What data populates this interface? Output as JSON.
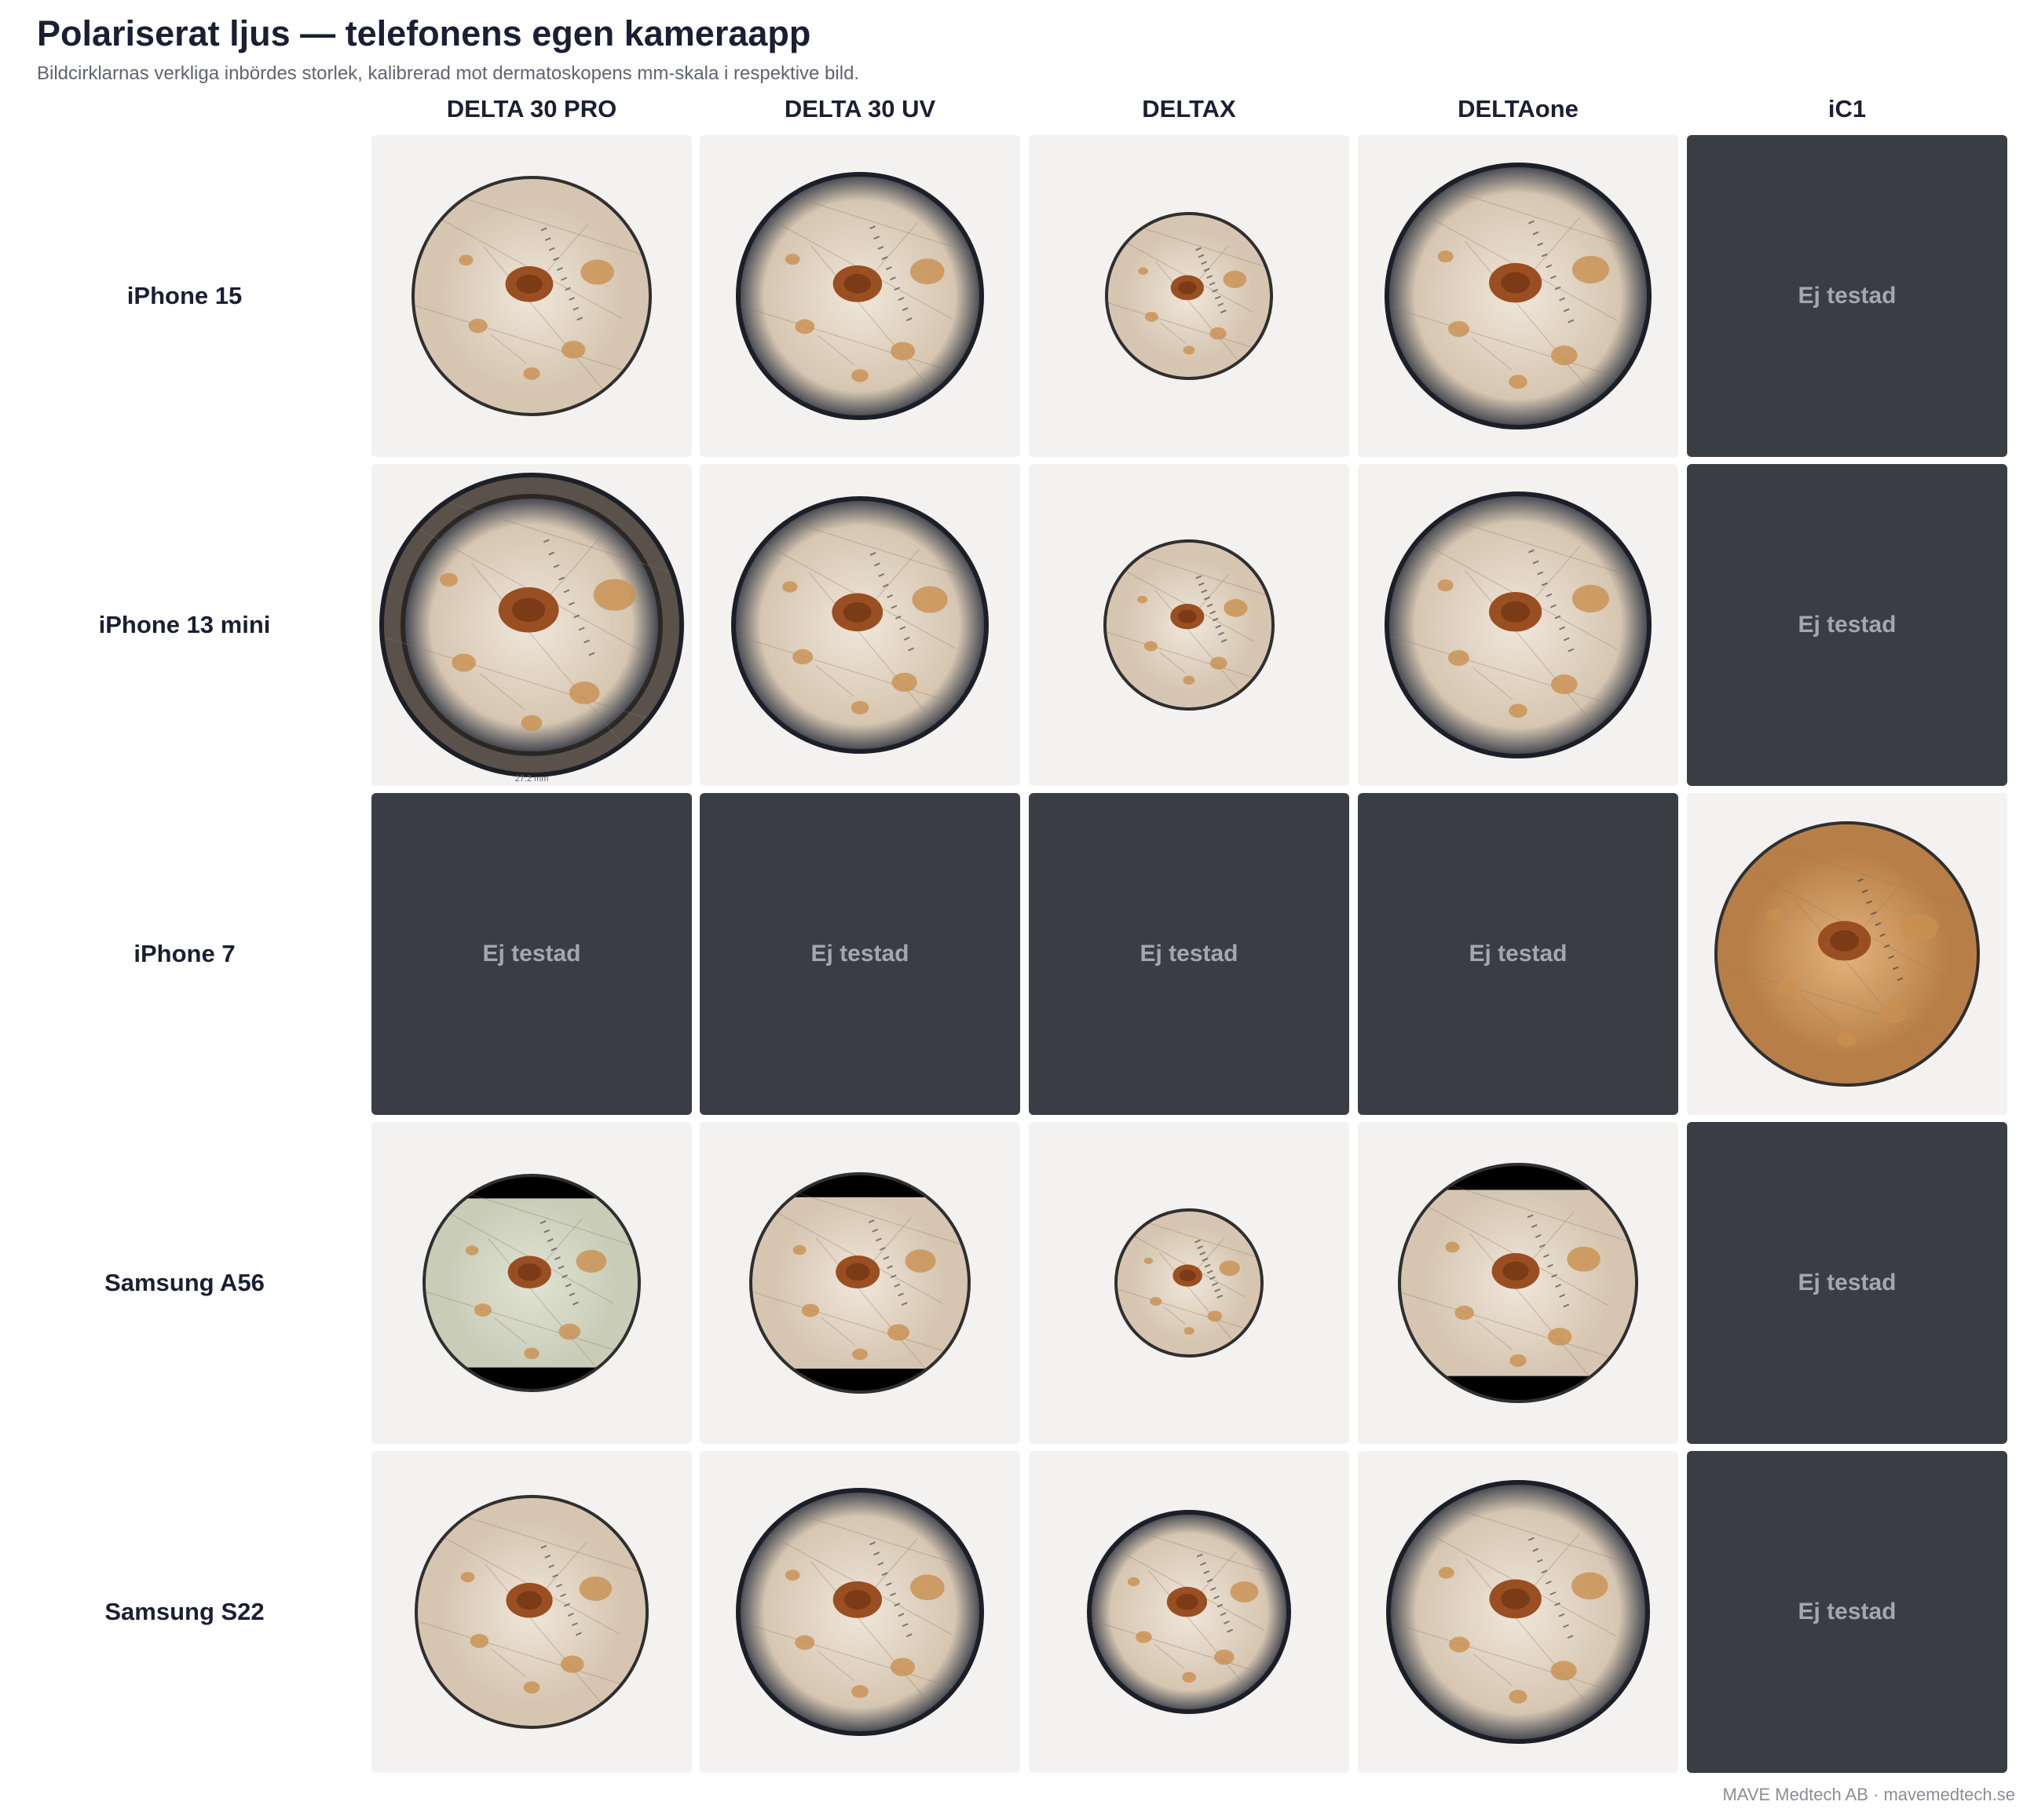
{
  "title": "Polariserat ljus — telefonens egen kameraapp",
  "subtitle": "Bildcirklarnas verkliga inbördes storlek, kalibrerad mot dermatoskopens mm-skala i respektive bild.",
  "columns": [
    "DELTA 30 PRO",
    "DELTA 30 UV",
    "DELTAX",
    "DELTAone",
    "iC1"
  ],
  "rows": [
    {
      "phone": "iPhone 15",
      "cells": [
        "tested",
        "tested",
        "tested",
        "tested",
        "untested"
      ]
    },
    {
      "phone": "iPhone 13 mini",
      "cells": [
        "tested",
        "tested",
        "tested",
        "tested",
        "untested"
      ]
    },
    {
      "phone": "iPhone 7",
      "cells": [
        "untested",
        "untested",
        "untested",
        "untested",
        "tested"
      ]
    },
    {
      "phone": "Samsung A56",
      "cells": [
        "tested",
        "tested",
        "tested",
        "tested",
        "untested"
      ]
    },
    {
      "phone": "Samsung S22",
      "cells": [
        "tested",
        "tested",
        "tested",
        "tested",
        "untested"
      ]
    }
  ],
  "untested_label": "Ej testad",
  "scale_label": "27.2 mm",
  "footer": "MAVE Medtech AB · mavemedtech.se",
  "colors": {
    "title": "#1a1f33",
    "tested_cell_bg": "#f3f2f1",
    "untested_cell_bg": "#3a3e44",
    "untested_text": "#a4a7ac",
    "skin": "#e9dccb",
    "lesion": "#9a4f22"
  }
}
